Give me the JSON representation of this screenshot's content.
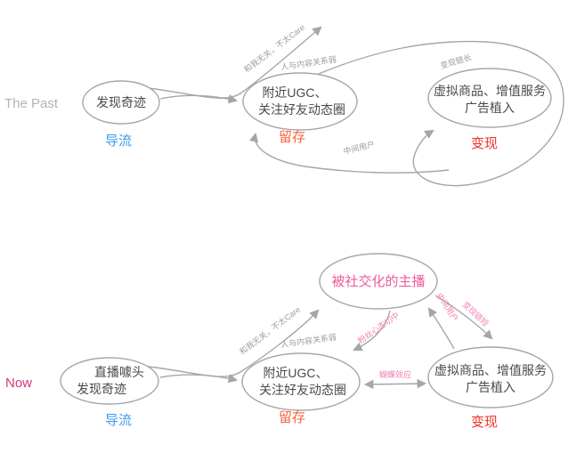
{
  "colors": {
    "line_gray": "#a6a6a6",
    "label_gray": "#9b9b9b",
    "node_text": "#4a4a4a",
    "past_era": "#b3b3b3",
    "now_era": "#d6377f",
    "traffic_blue": "#3d9bf0",
    "retention_orange": "#f8603c",
    "monetization_red": "#ee3226",
    "streamer_pink": "#ee5a9b",
    "edge_pink": "#f07fb2"
  },
  "past": {
    "era_label": "The Past",
    "nodes": {
      "discover": "发现奇迹",
      "ugc_line1": "附近UGC、",
      "ugc_line2": "关注好友动态圈",
      "monetize_line1": "虚拟商品、增值服务",
      "monetize_line2": "广告植入"
    },
    "stages": {
      "traffic": "导流",
      "retention": "留存",
      "monetization": "变现"
    },
    "edges": {
      "dont_care": "和我无关，不太Care",
      "weak_relation": "人与内容关系弱",
      "chain_long": "变现链长",
      "middle_users": "中间用户"
    }
  },
  "now": {
    "era_label": "Now",
    "nodes": {
      "discover_line1": "直播噱头",
      "discover_line2": "发现奇迹",
      "ugc_line1": "附近UGC、",
      "ugc_line2": "关注好友动态圈",
      "streamer": "被社交化的主播",
      "monetize_line1": "虚拟商品、增值服务",
      "monetize_line2": "广告植入"
    },
    "stages": {
      "traffic": "导流",
      "retention": "留存",
      "monetization": "变现"
    },
    "edges": {
      "dont_care": "和我无关，不太Care",
      "weak_relation": "人与内容关系弱",
      "fan_mentality": "粉丝心态切中",
      "middle_users": "中间用户",
      "chain_short": "变现链短",
      "butterfly": "蝴蝶效应"
    }
  }
}
